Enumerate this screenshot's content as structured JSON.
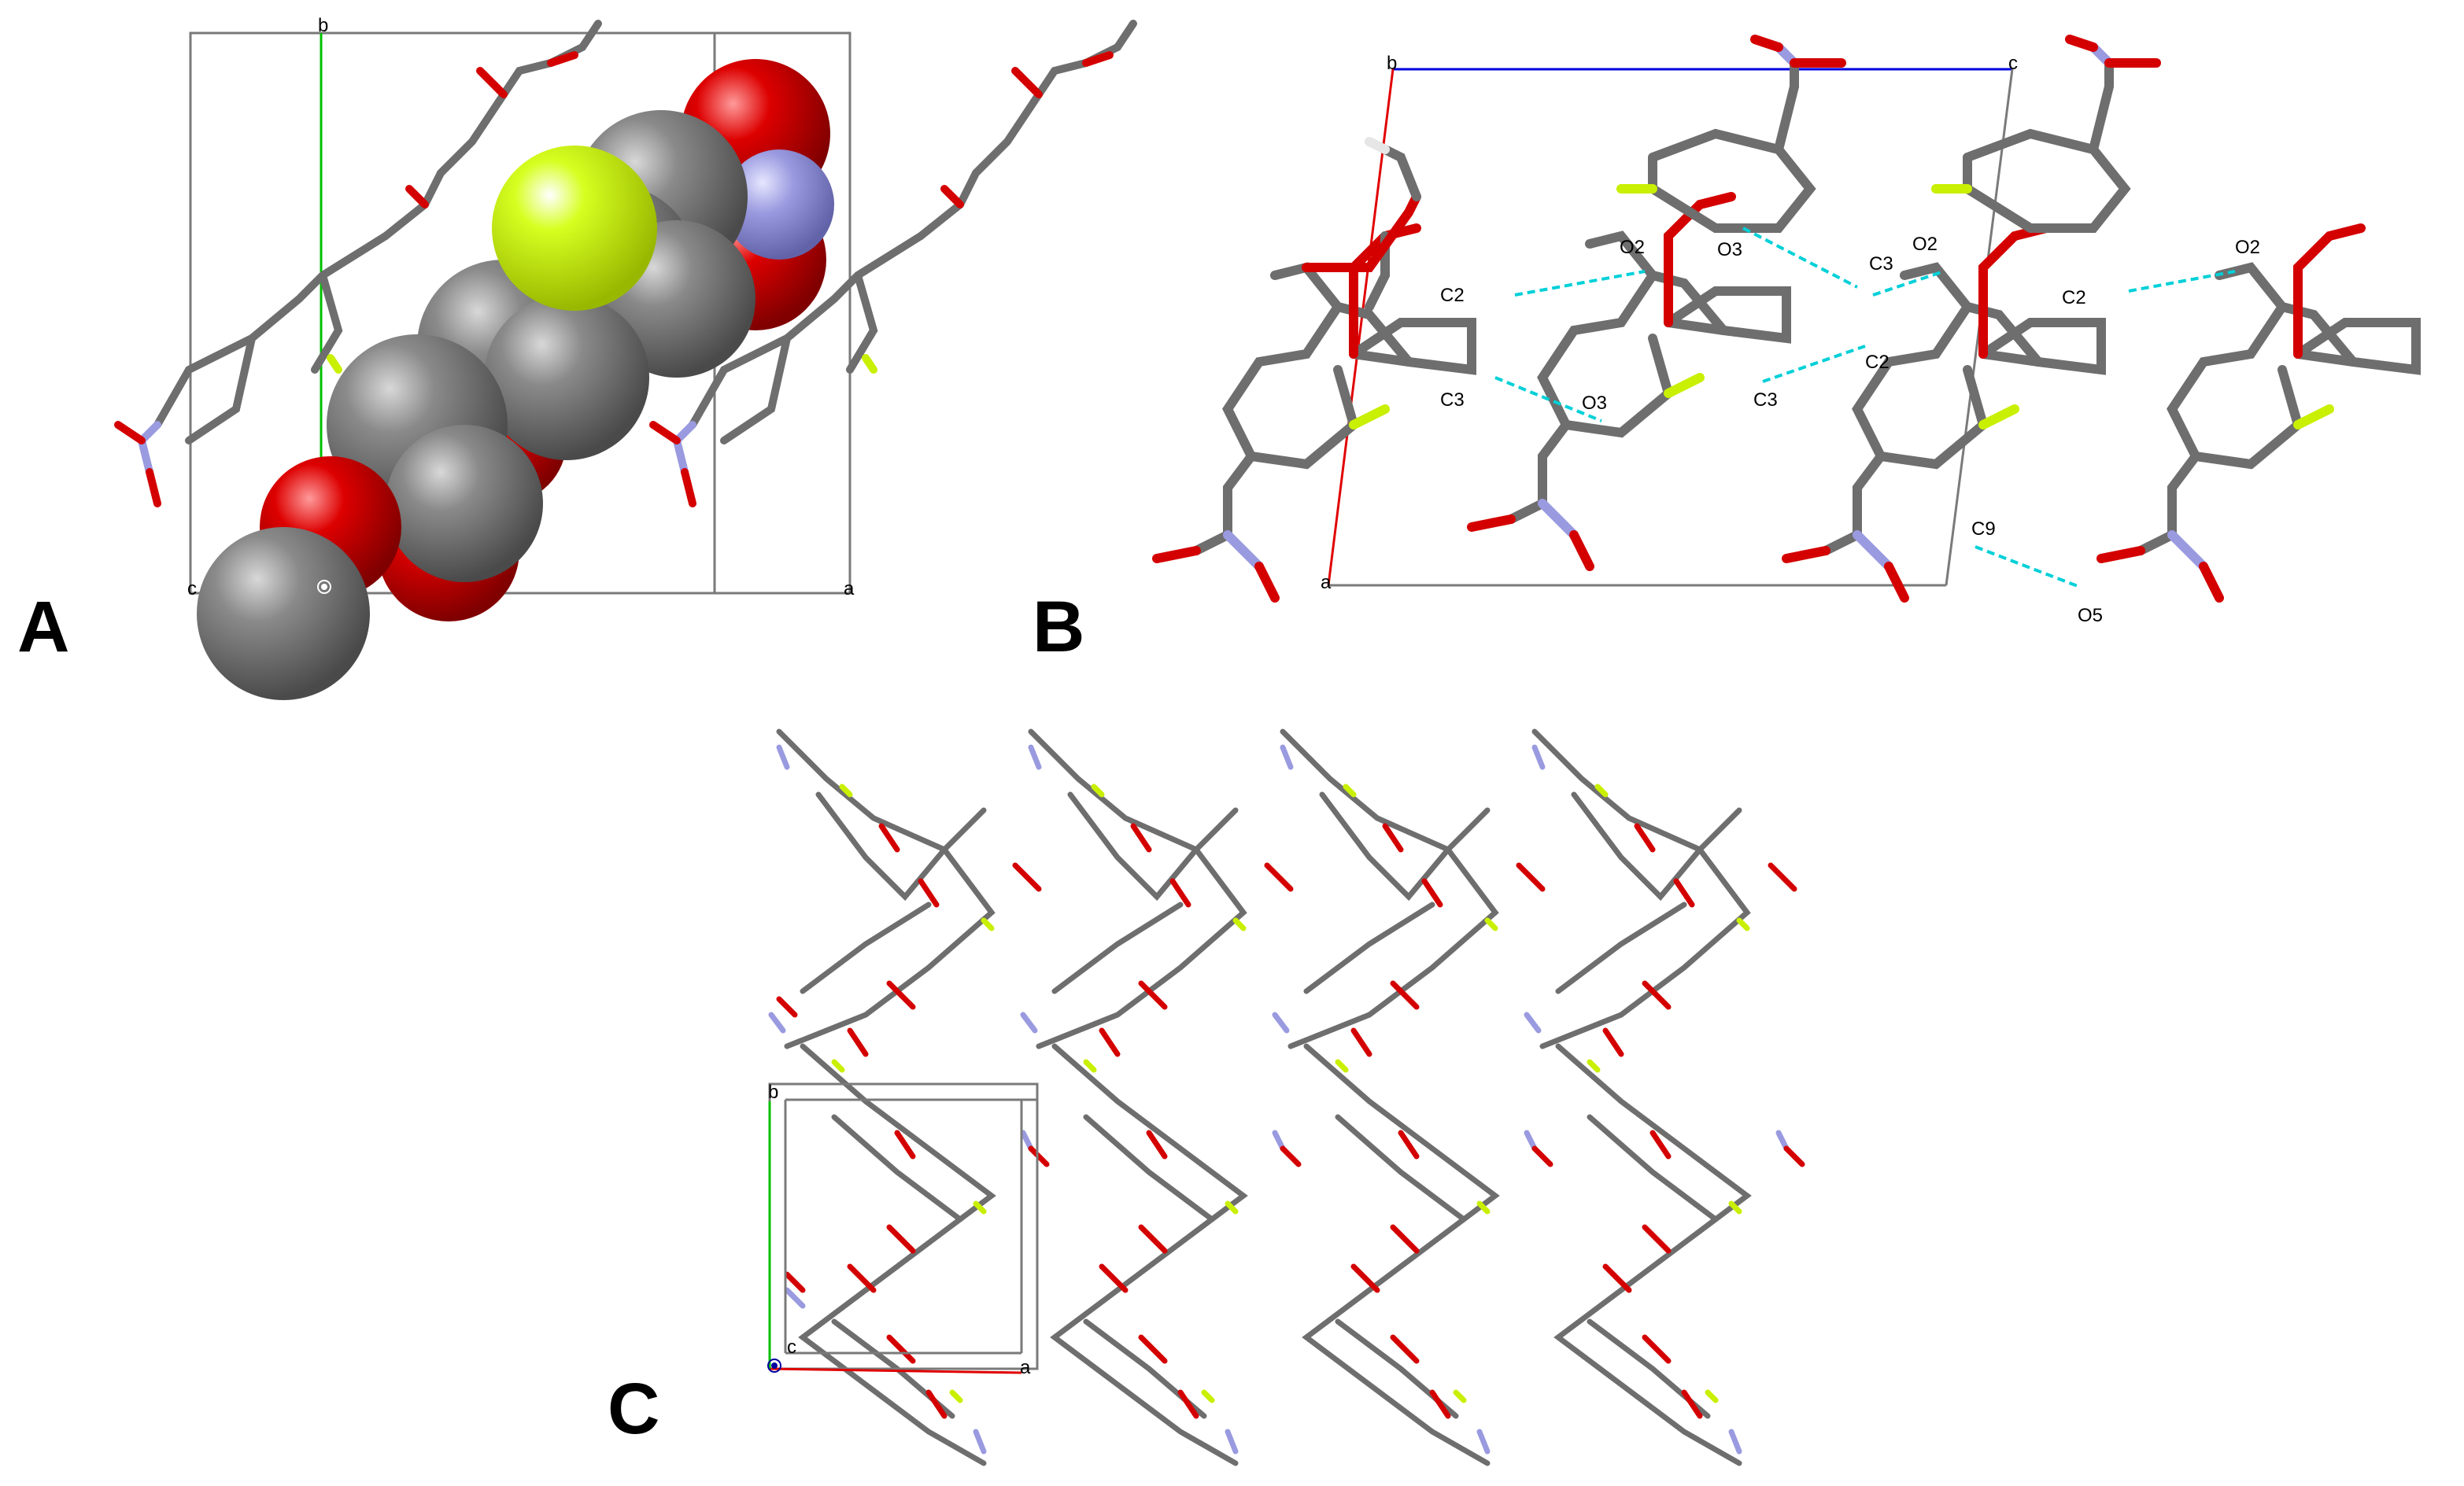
{
  "panels": {
    "A": {
      "letter": "A",
      "axes": {
        "b": "b",
        "a": "a",
        "c": "c"
      }
    },
    "B": {
      "letter": "B",
      "axes": {
        "b": "b",
        "c": "c",
        "a": "a"
      },
      "atom_labels": [
        "O2",
        "O3",
        "C3",
        "O2",
        "O2",
        "C2",
        "C2",
        "C3",
        "O3",
        "C3",
        "C2",
        "C2",
        "C9",
        "O5"
      ]
    },
    "C": {
      "letter": "C",
      "axes": {
        "b": "b",
        "c": "c",
        "a": "a"
      }
    }
  },
  "colors": {
    "carbon": "#6e6e6e",
    "oxygen": "#d40000",
    "nitrogen": "#9a9ae0",
    "fluorine": "#c8f000",
    "hydrogen": "#e6e6e6",
    "hbond": "#00d0d8",
    "cell": "#7a7a7a",
    "axis_a": "#e00000",
    "axis_b": "#00c000",
    "axis_c": "#0000e0"
  }
}
